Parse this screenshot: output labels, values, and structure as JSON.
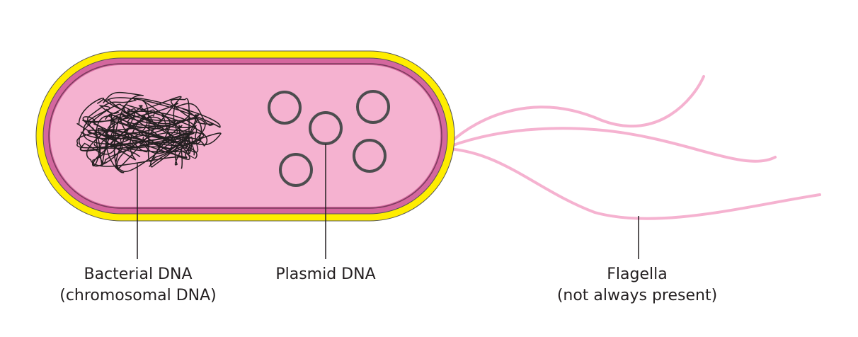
{
  "labels": {
    "bacterial_dna": {
      "line1": "Bacterial DNA",
      "line2": "(chromosomal DNA)"
    },
    "plasmid_dna": {
      "line1": "Plasmid DNA"
    },
    "flagella": {
      "line1": "Flagella",
      "line2": "(not always present)"
    }
  },
  "colors": {
    "capsule": "#ffed00",
    "cell_wall": "#d4679e",
    "cytoplasm": "#f5b2d0",
    "flagella": "#f5b2d0",
    "dna": "#231f20",
    "plasmid": "#4d4d4f",
    "outline": "#555555",
    "leader": "#231f20"
  }
}
